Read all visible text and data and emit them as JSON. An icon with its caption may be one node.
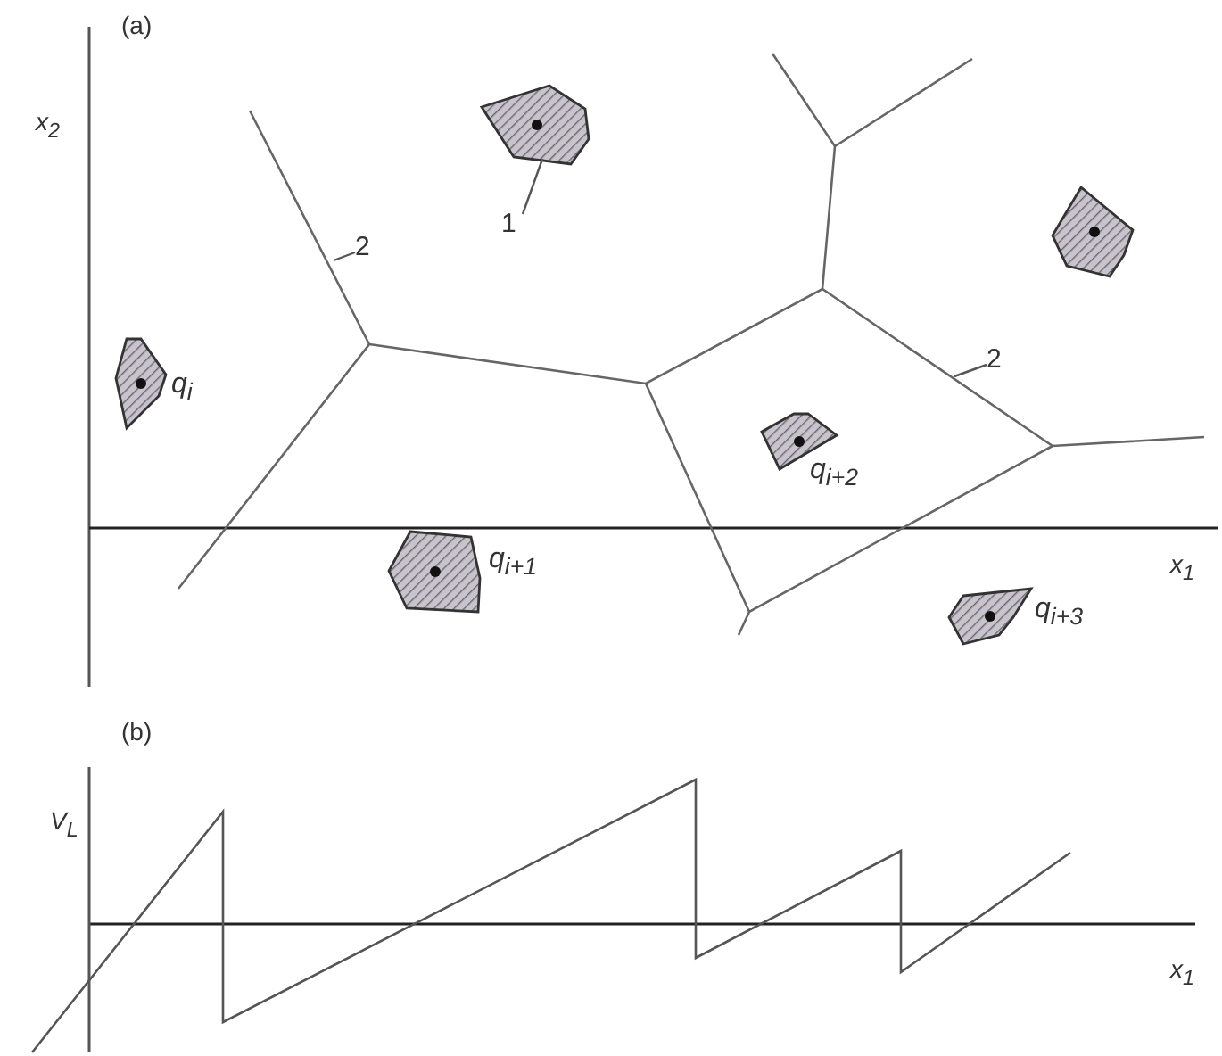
{
  "diagram": {
    "nodes": [
      {
        "text": [],
        "shape": "polygon",
        "beside": [
          "q$_{i}$"
        ]
      },
      {
        "text": [],
        "shape": "polygon"
      },
      {
        "text": [],
        "shape": "polygon"
      },
      {
        "text": [],
        "shape": "polygon",
        "beside": [
          "q$_{i+2}$"
        ]
      },
      {
        "text": [],
        "shape": "polygon",
        "beside": [
          "q$_{i+1}$"
        ]
      },
      {
        "text": [],
        "shape": "polygon",
        "beside": [
          "q$_{i+3}$"
        ]
      },
      {
        "text": [
          "1"
        ]
      },
      {
        "text": [
          "2"
        ]
      },
      {
        "text": [
          "2"
        ]
      }
    ],
    "edges": [
      {
        "from": 6,
        "to": 1,
        "arrow": "none"
      },
      {
        "from": 7,
        "to": null,
        "arrow": "none"
      },
      {
        "from": 8,
        "to": null,
        "arrow": "none"
      }
    ],
    "labels": [
      "(a)",
      "x$_{2}$",
      "x$_{1}$",
      "(b)",
      "V$_{L}$",
      "x$_{1}$"
    ]
  }
}
